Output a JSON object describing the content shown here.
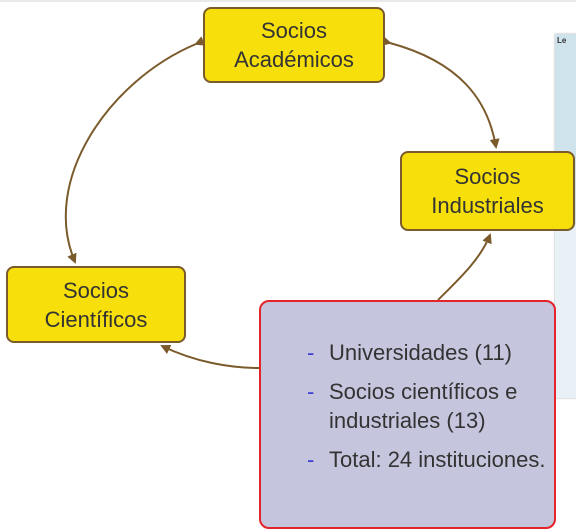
{
  "nodes": {
    "academicos": {
      "line1": "Socios",
      "line2": "Académicos"
    },
    "industriales": {
      "line1": "Socios",
      "line2": "Industriales"
    },
    "cientificos": {
      "line1": "Socios",
      "line2": "Científicos"
    }
  },
  "info": {
    "items": [
      {
        "dash": "-",
        "text": "Universidades (11)"
      },
      {
        "dash": "-",
        "text": "Socios científicos e industriales (13)"
      },
      {
        "dash": "-",
        "text": "Total: 24 instituciones."
      }
    ]
  },
  "colors": {
    "node_fill": "#f6df0a",
    "node_border": "#7b5b2c",
    "arrow": "#7b5b2c",
    "info_fill": "#c5c6de",
    "info_border": "#e3242b",
    "bullet": "#3a3fd0"
  }
}
